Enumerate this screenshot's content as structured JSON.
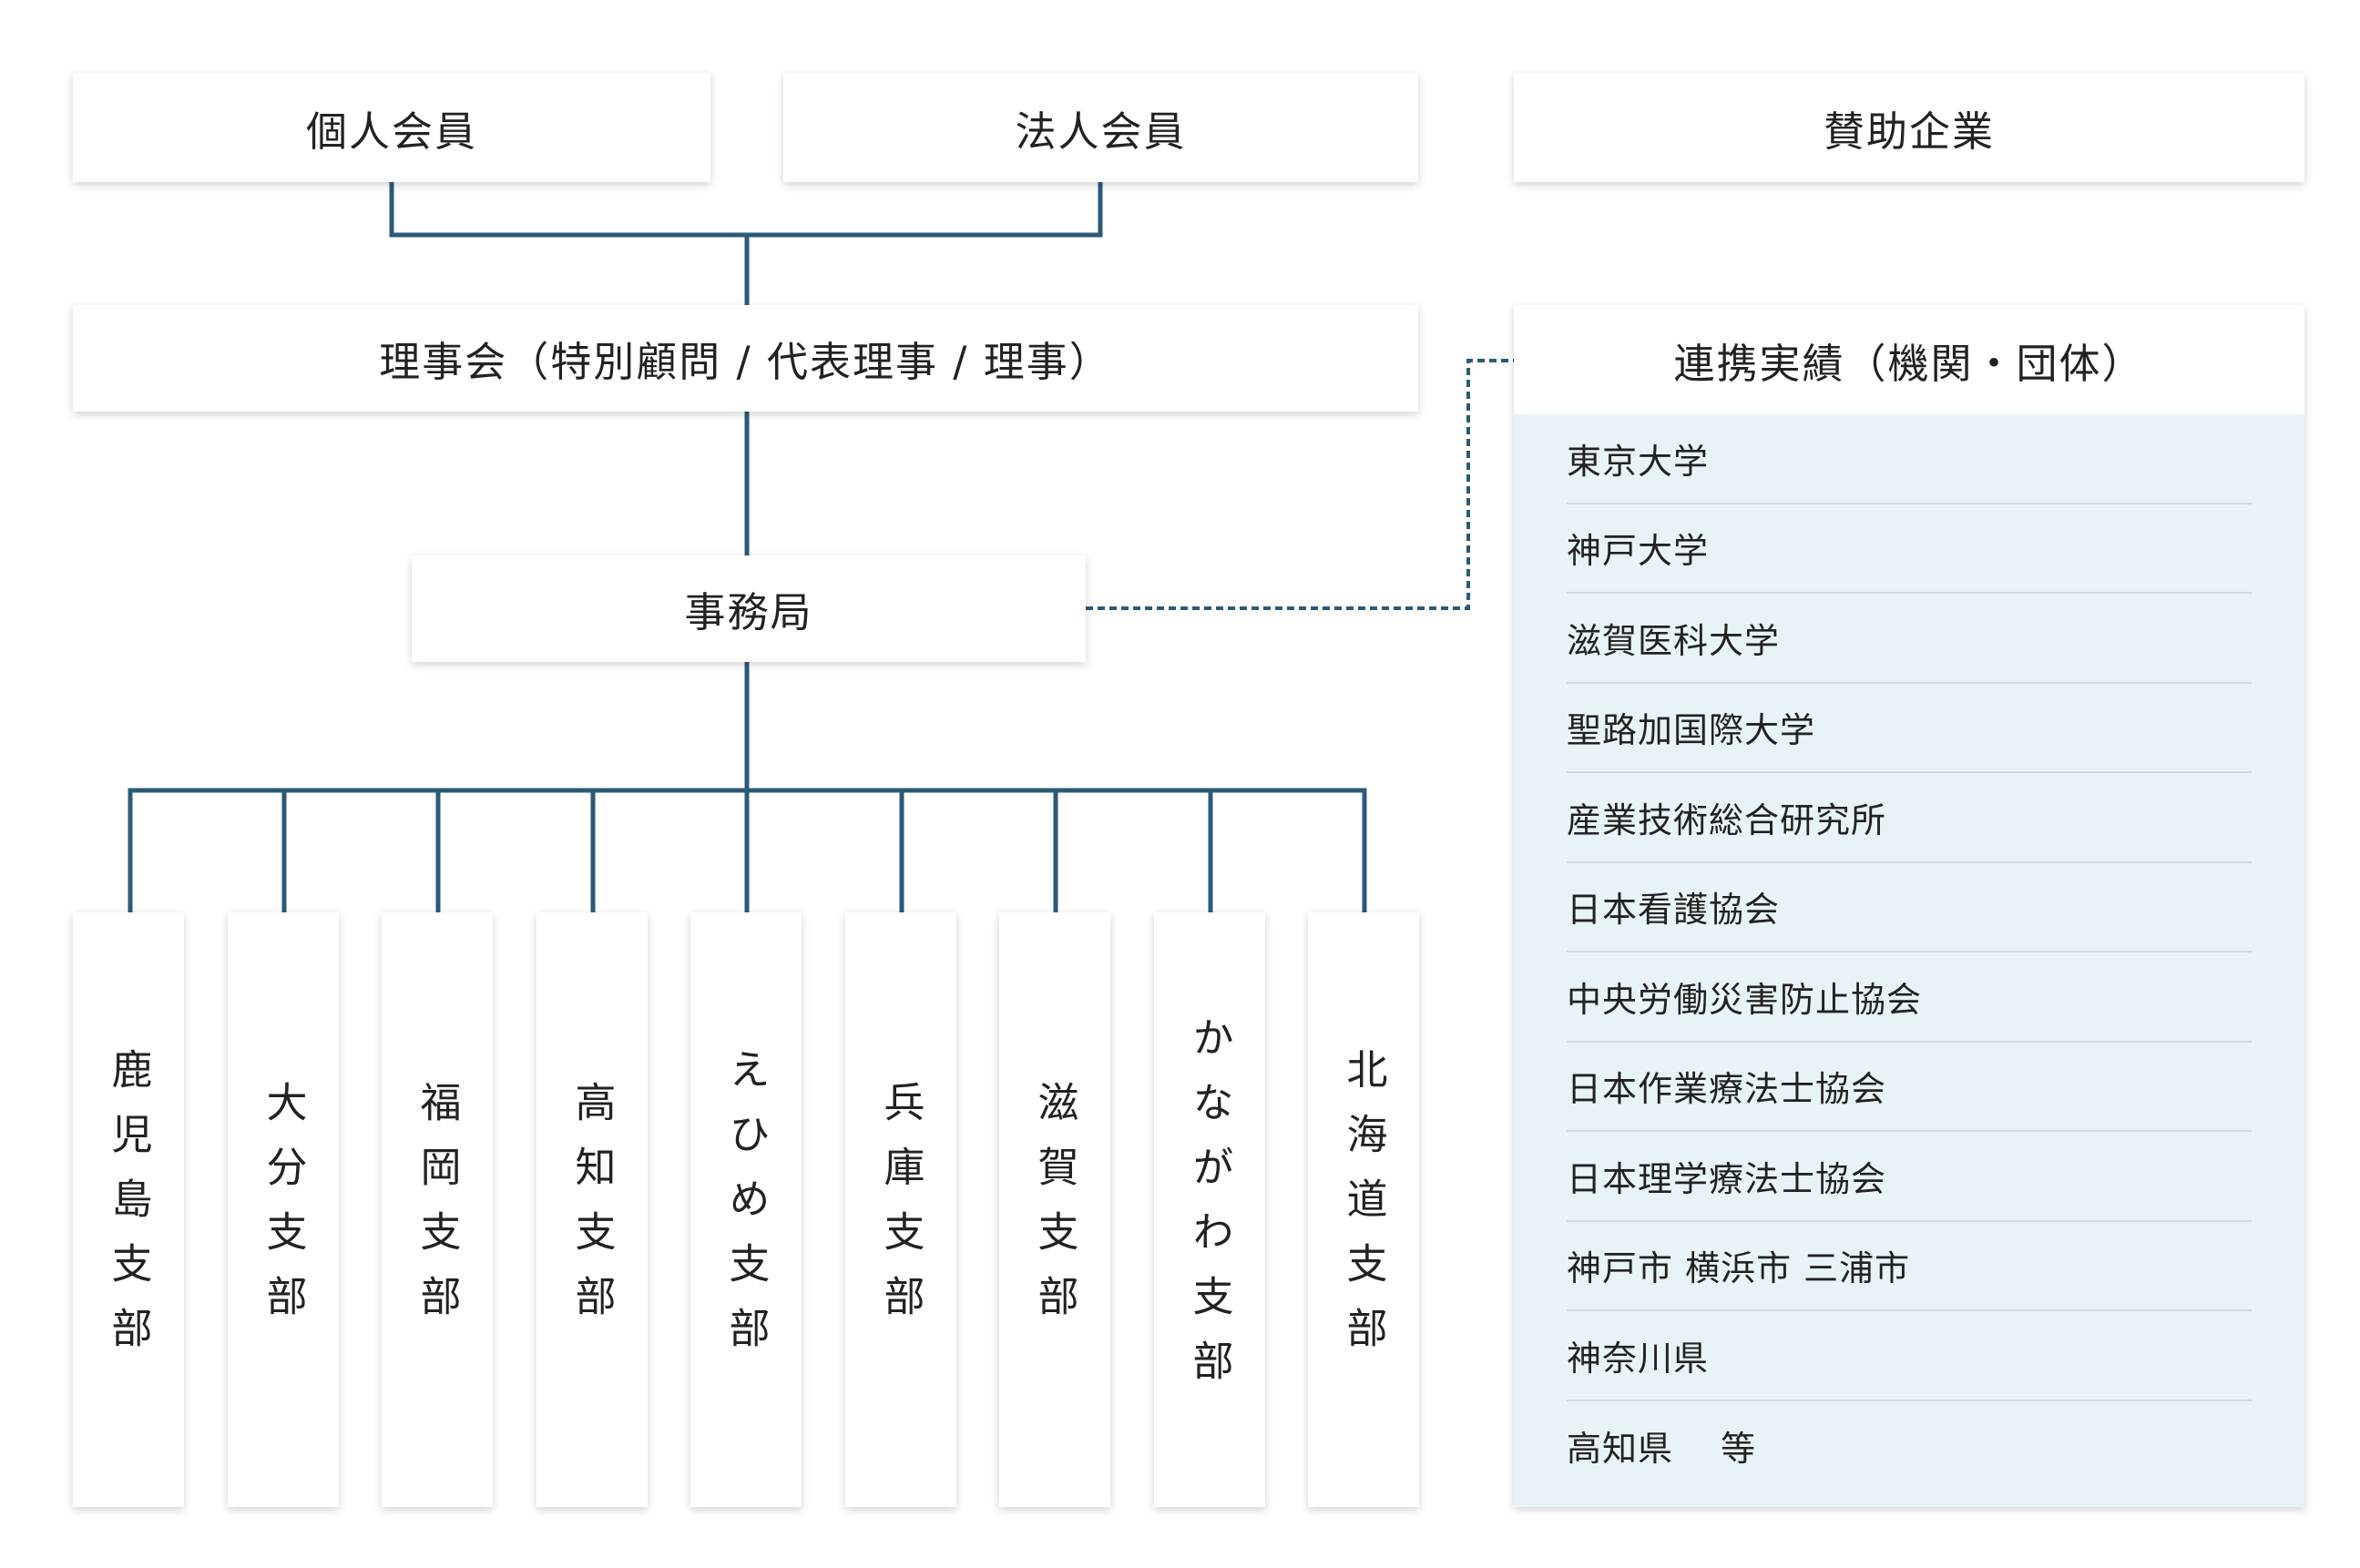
{
  "colors": {
    "line": "#2b5a78",
    "panel_bg": "#e8f3f8",
    "box_bg": "#ffffff"
  },
  "top": {
    "individual": "個人会員",
    "corporate": "法人会員",
    "sponsor": "賛助企業"
  },
  "board": "理事会（特別顧問 / 代表理事 / 理事）",
  "secretariat": "事務局",
  "branches": [
    "鹿児島支部",
    "大分支部",
    "福岡支部",
    "高知支部",
    "えひめ支部",
    "兵庫支部",
    "滋賀支部",
    "かながわ支部",
    "北海道支部"
  ],
  "partners": {
    "title": "連携実績（機関・団体）",
    "items": [
      "東京大学",
      "神戸大学",
      "滋賀医科大学",
      "聖路加国際大学",
      "産業技術総合研究所",
      "日本看護協会",
      "中央労働災害防止協会",
      "日本作業療法士協会",
      "日本理学療法士協会",
      "神戸市 横浜市 三浦市",
      "神奈川県",
      "高知県　 等"
    ]
  }
}
